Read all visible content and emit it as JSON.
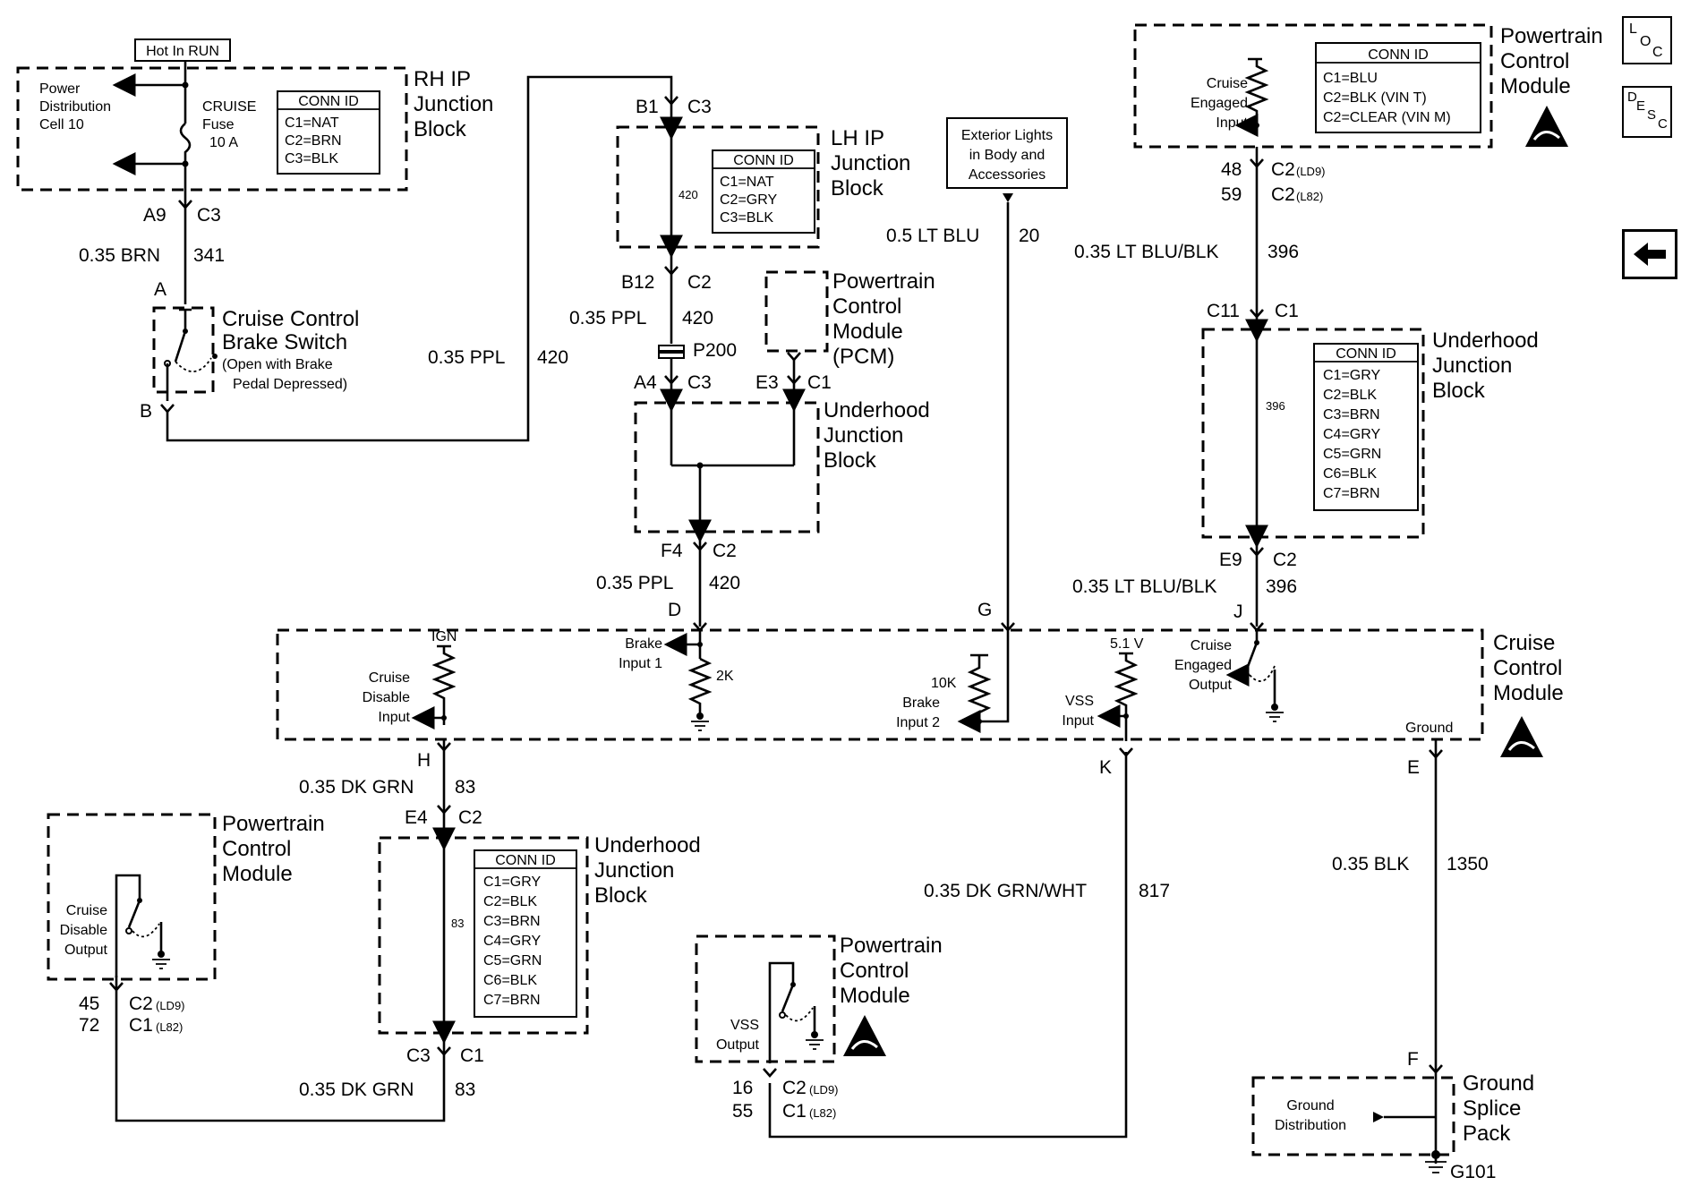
{
  "hot_in_run": "Hot In RUN",
  "rh_block": {
    "name": [
      "RH IP",
      "Junction",
      "Block"
    ],
    "power_dist": [
      "Power",
      "Distribution",
      "Cell 10"
    ],
    "fuse": [
      "CRUISE",
      "Fuse",
      "10 A"
    ],
    "conn_title": "CONN ID",
    "conn": [
      "C1=NAT",
      "C2=BRN",
      "C3=BLK"
    ]
  },
  "a9": "A9",
  "c3a": "C3",
  "w_brn": "0.35 BRN",
  "c341": "341",
  "brake_switch": {
    "pin_a": "A",
    "pin_b": "B",
    "name": [
      "Cruise Control",
      "Brake Switch"
    ],
    "note": [
      "(Open with Brake",
      "Pedal Depressed)"
    ]
  },
  "w_ppl_left": "0.35 PPL",
  "c420_left": "420",
  "b1": "B1",
  "c3b": "C3",
  "lh_block": {
    "name": [
      "LH IP",
      "Junction",
      "Block"
    ],
    "wire": "420",
    "conn_title": "CONN ID",
    "conn": [
      "C1=NAT",
      "C2=GRY",
      "C3=BLK"
    ]
  },
  "b12": "B12",
  "c2a": "C2",
  "w_ppl_mid": "0.35 PPL",
  "c420_mid": "420",
  "p200": "P200",
  "pcm_top": {
    "name": [
      "Powertrain",
      "Control",
      "Module",
      "(PCM)"
    ]
  },
  "a4": "A4",
  "c3c": "C3",
  "e3": "E3",
  "c1a": "C1",
  "uh_center": {
    "name": [
      "Underhood",
      "Junction",
      "Block"
    ]
  },
  "f4": "F4",
  "c2b": "C2",
  "w_ppl_low": "0.35 PPL",
  "c420_low": "420",
  "ext_lights": [
    "Exterior Lights",
    "in Body and",
    "Accessories"
  ],
  "w_ltblu": "0.5 LT BLU",
  "c20": "20",
  "pcm_tr": {
    "name": [
      "Powertrain",
      "Control",
      "Module"
    ],
    "input": [
      "Cruise",
      "Engaged",
      "Input"
    ],
    "conn_title": "CONN ID",
    "conn": [
      "C1=BLU",
      "C2=BLK (VIN T)",
      "C2=CLEAR (VIN M)"
    ]
  },
  "p48": "48",
  "c2_ld9a": "C2",
  "ld9a": "(LD9)",
  "p59": "59",
  "c2_l82a": "C2",
  "l82a": "(L82)",
  "w_ltbb_top": "0.35 LT BLU/BLK",
  "c396_top": "396",
  "c11": "C11",
  "c1b": "C1",
  "uh_right": {
    "name": [
      "Underhood",
      "Junction",
      "Block"
    ],
    "wire": "396",
    "conn_title": "CONN ID",
    "conn": [
      "C1=GRY",
      "C2=BLK",
      "C3=BRN",
      "C4=GRY",
      "C5=GRN",
      "C6=BLK",
      "C7=BRN"
    ]
  },
  "e9": "E9",
  "c2c": "C2",
  "w_ltbb_low": "0.35 LT BLU/BLK",
  "c396_low": "396",
  "ccm": {
    "name": [
      "Cruise",
      "Control",
      "Module"
    ],
    "pin_d": "D",
    "pin_g": "G",
    "pin_j": "J",
    "pin_h": "H",
    "pin_k": "K",
    "pin_e": "E",
    "ign": "IGN",
    "disable": [
      "Cruise",
      "Disable",
      "Input"
    ],
    "brake1": [
      "Brake",
      "Input 1"
    ],
    "r2k": "2K",
    "r10k": "10K",
    "brake2": [
      "Brake",
      "Input 2"
    ],
    "v51": "5.1 V",
    "vss": [
      "VSS",
      "Input"
    ],
    "engaged": [
      "Cruise",
      "Engaged",
      "Output"
    ],
    "ground": "Ground"
  },
  "w_dkgrn_top": "0.35 DK GRN",
  "c83_top": "83",
  "e4": "E4",
  "c2d": "C2",
  "uh_bottom": {
    "name": [
      "Underhood",
      "Junction",
      "Block"
    ],
    "wire": "83",
    "conn_title": "CONN ID",
    "conn": [
      "C1=GRY",
      "C2=BLK",
      "C3=BRN",
      "C4=GRY",
      "C5=GRN",
      "C6=BLK",
      "C7=BRN"
    ]
  },
  "c3d": "C3",
  "c1c": "C1",
  "w_dkgrn_low": "0.35 DK GRN",
  "c83_low": "83",
  "pcm_left": {
    "name": [
      "Powertrain",
      "Control",
      "Module"
    ],
    "output": [
      "Cruise",
      "Disable",
      "Output"
    ]
  },
  "p45": "45",
  "c2_ld9b": "C2",
  "ld9b": "(LD9)",
  "p72": "72",
  "c1_l82b": "C1",
  "l82b": "(L82)",
  "w_dkgrnwht": "0.35 DK GRN/WHT",
  "c817": "817",
  "pcm_bottom": {
    "name": [
      "Powertrain",
      "Control",
      "Module"
    ],
    "output": [
      "VSS",
      "Output"
    ]
  },
  "p16": "16",
  "c2_ld9c": "C2",
  "ld9c": "(LD9)",
  "p55": "55",
  "c1_l82c": "C1",
  "l82c": "(L82)",
  "w_blk": "0.35 BLK",
  "c1350": "1350",
  "gsp": {
    "pin_f": "F",
    "name": [
      "Ground",
      "Splice",
      "Pack"
    ],
    "dist": [
      "Ground",
      "Distribution"
    ],
    "g101": "G101"
  },
  "nav": {
    "loc": [
      "L",
      "O",
      "C"
    ],
    "desc": [
      "D",
      "E",
      "S",
      "C"
    ]
  }
}
